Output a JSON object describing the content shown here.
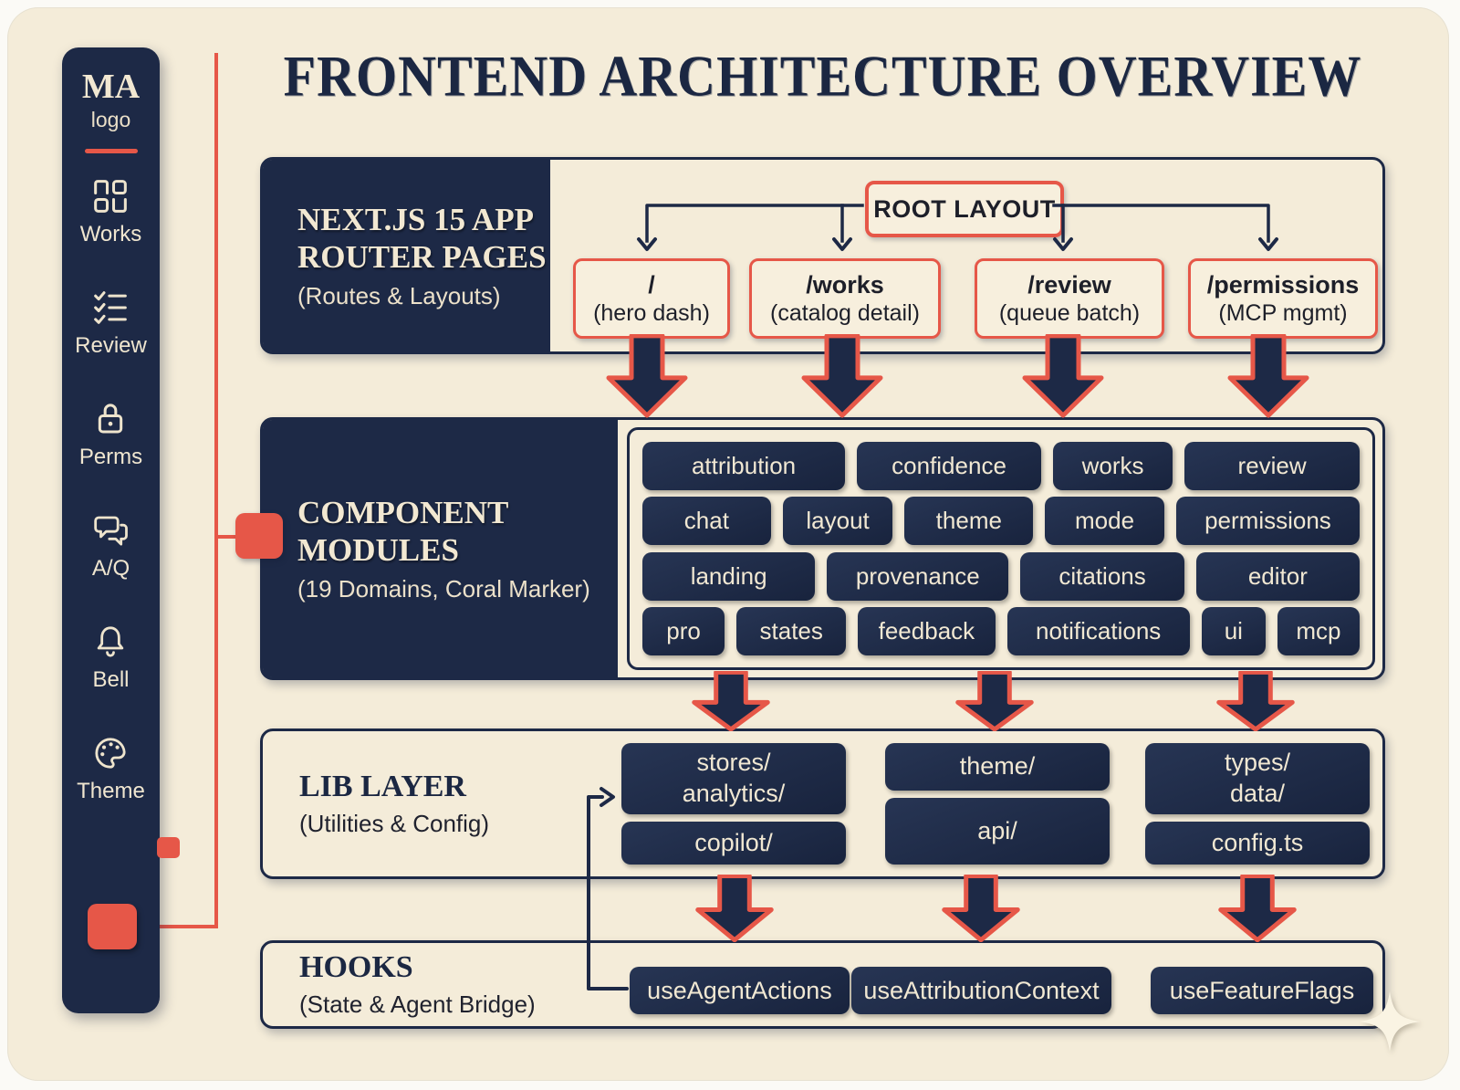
{
  "page": {
    "title": "FRONTEND ARCHITECTURE OVERVIEW"
  },
  "colors": {
    "navy": "#1d2946",
    "coral": "#e65748",
    "cream": "#f4ecd9",
    "chip_text": "#f1e8d3",
    "ink": "#1d1f29"
  },
  "sidebar": {
    "logo": "MA",
    "logo_caption": "logo",
    "items": [
      {
        "icon": "grid-icon",
        "label": "Works"
      },
      {
        "icon": "checklist-icon",
        "label": "Review"
      },
      {
        "icon": "lock-icon",
        "label": "Perms"
      },
      {
        "icon": "chat-icon",
        "label": "A/Q"
      },
      {
        "icon": "bell-icon",
        "label": "Bell"
      },
      {
        "icon": "palette-icon",
        "label": "Theme"
      }
    ]
  },
  "router": {
    "heading": "NEXT.JS 15 APP\nROUTER PAGES",
    "subheading": "(Routes & Layouts)",
    "root_label": "ROOT LAYOUT",
    "routes": [
      {
        "path": "/",
        "desc": "(hero dash)"
      },
      {
        "path": "/works",
        "desc": "(catalog detail)"
      },
      {
        "path": "/review",
        "desc": "(queue batch)"
      },
      {
        "path": "/permissions",
        "desc": "(MCP mgmt)"
      }
    ]
  },
  "components": {
    "heading": "COMPONENT\nMODULES",
    "subheading": "(19 Domains, Coral Marker)",
    "rows": [
      [
        "attribution",
        "confidence",
        "works",
        "review"
      ],
      [
        "chat",
        "layout",
        "theme",
        "mode",
        "permissions"
      ],
      [
        "landing",
        "provenance",
        "citations",
        "editor"
      ],
      [
        "pro",
        "states",
        "feedback",
        "notifications",
        "ui",
        "mcp"
      ]
    ]
  },
  "lib": {
    "heading": "LIB LAYER",
    "subheading": "(Utilities & Config)",
    "columns": [
      [
        "stores/\nanalytics/",
        "copilot/"
      ],
      [
        "theme/",
        "api/"
      ],
      [
        "types/\ndata/",
        "config.ts"
      ]
    ]
  },
  "hooks": {
    "heading": "HOOKS",
    "subheading": "(State & Agent Bridge)",
    "chips": [
      "useAgentActions",
      "useAttributionContext",
      "useFeatureFlags"
    ]
  }
}
